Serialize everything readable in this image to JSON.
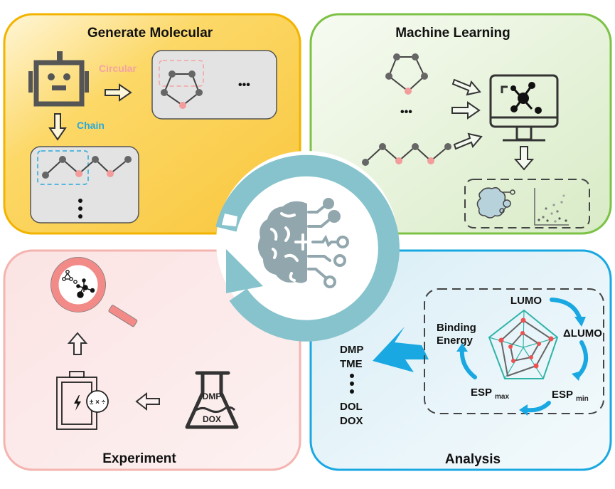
{
  "panels": {
    "generate": {
      "title": "Generate Molecular",
      "circular_label": "Circular",
      "chain_label": "Chain",
      "ellipsis_h": "•••",
      "colors": {
        "border": "#f2b400",
        "fill": "#fbd35a",
        "circular": "#f4a3a3",
        "chain": "#28a9db"
      }
    },
    "ml": {
      "title": "Machine Learning",
      "ellipsis_h": "•••",
      "colors": {
        "border": "#7cc245",
        "fill": "#e6f1dc"
      }
    },
    "experiment": {
      "title": "Experiment",
      "flask_top": "DMP",
      "flask_bottom": "DOX",
      "calc_symbols": "± × ÷",
      "colors": {
        "border": "#f4b4b0",
        "fill": "#fbe7e6",
        "magnifier": "#f28a88"
      }
    },
    "analysis": {
      "title": "Analysis",
      "solvents": [
        "DMP",
        "TME",
        "DOL",
        "DOX"
      ],
      "radar_labels": {
        "lumo": "LUMO",
        "dlumo": "ΔLUMO",
        "esp_min": "ESP",
        "esp_min_sub": "min",
        "esp_max": "ESP",
        "esp_max_sub": "max",
        "binding_1": "Binding",
        "binding_2": "Energy"
      },
      "colors": {
        "border": "#1aa8e2",
        "fill": "#e3f2f8",
        "arrow": "#1aa8e2",
        "radar": "#2fb3a8",
        "point": "#f05050"
      }
    }
  },
  "center": {
    "icon": "brain-circuit-icon",
    "colors": {
      "ring": "#86c3cc",
      "brain": "#91a7ad"
    }
  }
}
